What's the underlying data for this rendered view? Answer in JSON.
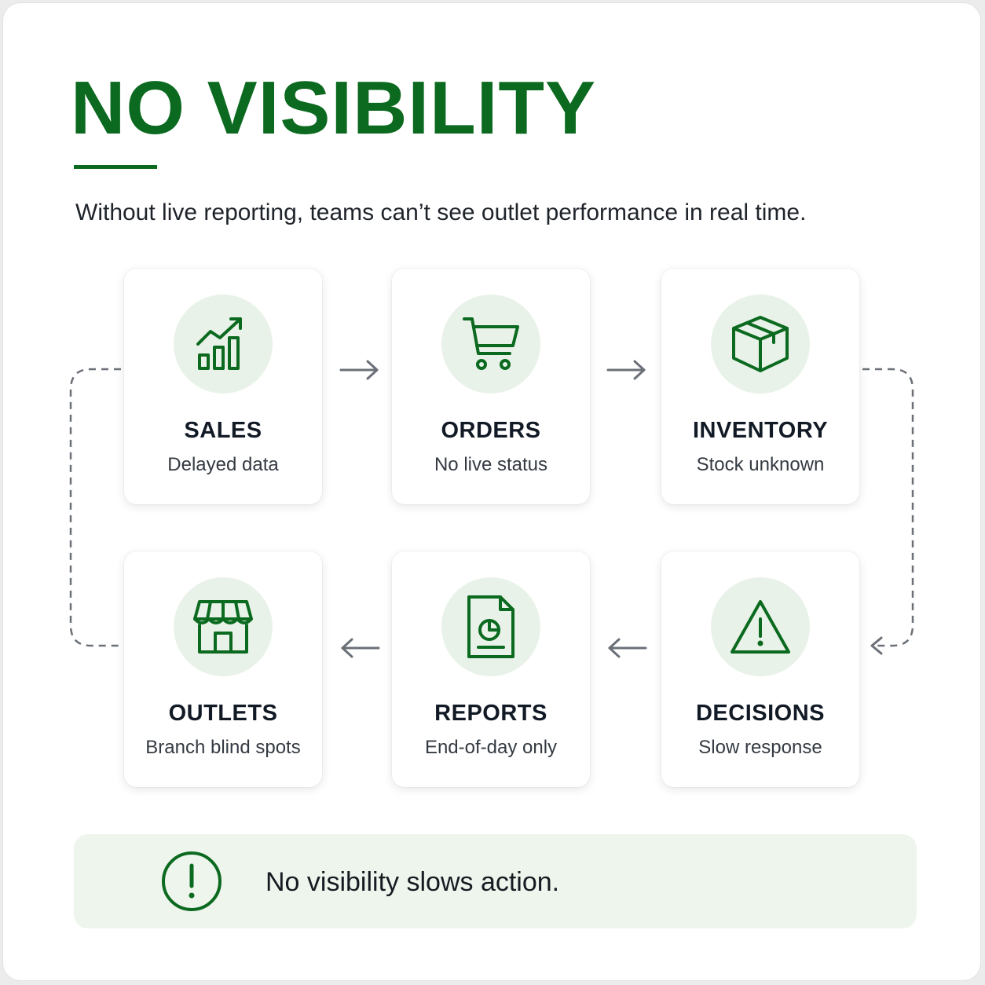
{
  "header": {
    "title": "NO VISIBILITY",
    "subtitle": "Without live reporting, teams can’t see outlet performance in real time."
  },
  "cards": [
    {
      "title": "SALES",
      "subtitle": "Delayed data",
      "icon": "bar-chart-trend-icon"
    },
    {
      "title": "ORDERS",
      "subtitle": "No live status",
      "icon": "shopping-cart-icon"
    },
    {
      "title": "INVENTORY",
      "subtitle": "Stock unknown",
      "icon": "box-icon"
    },
    {
      "title": "OUTLETS",
      "subtitle": "Branch blind spots",
      "icon": "storefront-icon"
    },
    {
      "title": "REPORTS",
      "subtitle": "End-of-day only",
      "icon": "report-document-icon"
    },
    {
      "title": "DECISIONS",
      "subtitle": "Slow response",
      "icon": "warning-triangle-icon"
    }
  ],
  "banner": {
    "text": "No visibility slows action.",
    "icon": "exclamation-circle-icon"
  },
  "colors": {
    "accent": "#0b6a1f",
    "icon_bg": "#e9f2e8",
    "banner_bg": "#eef5ec",
    "arrow": "#6b7078"
  }
}
